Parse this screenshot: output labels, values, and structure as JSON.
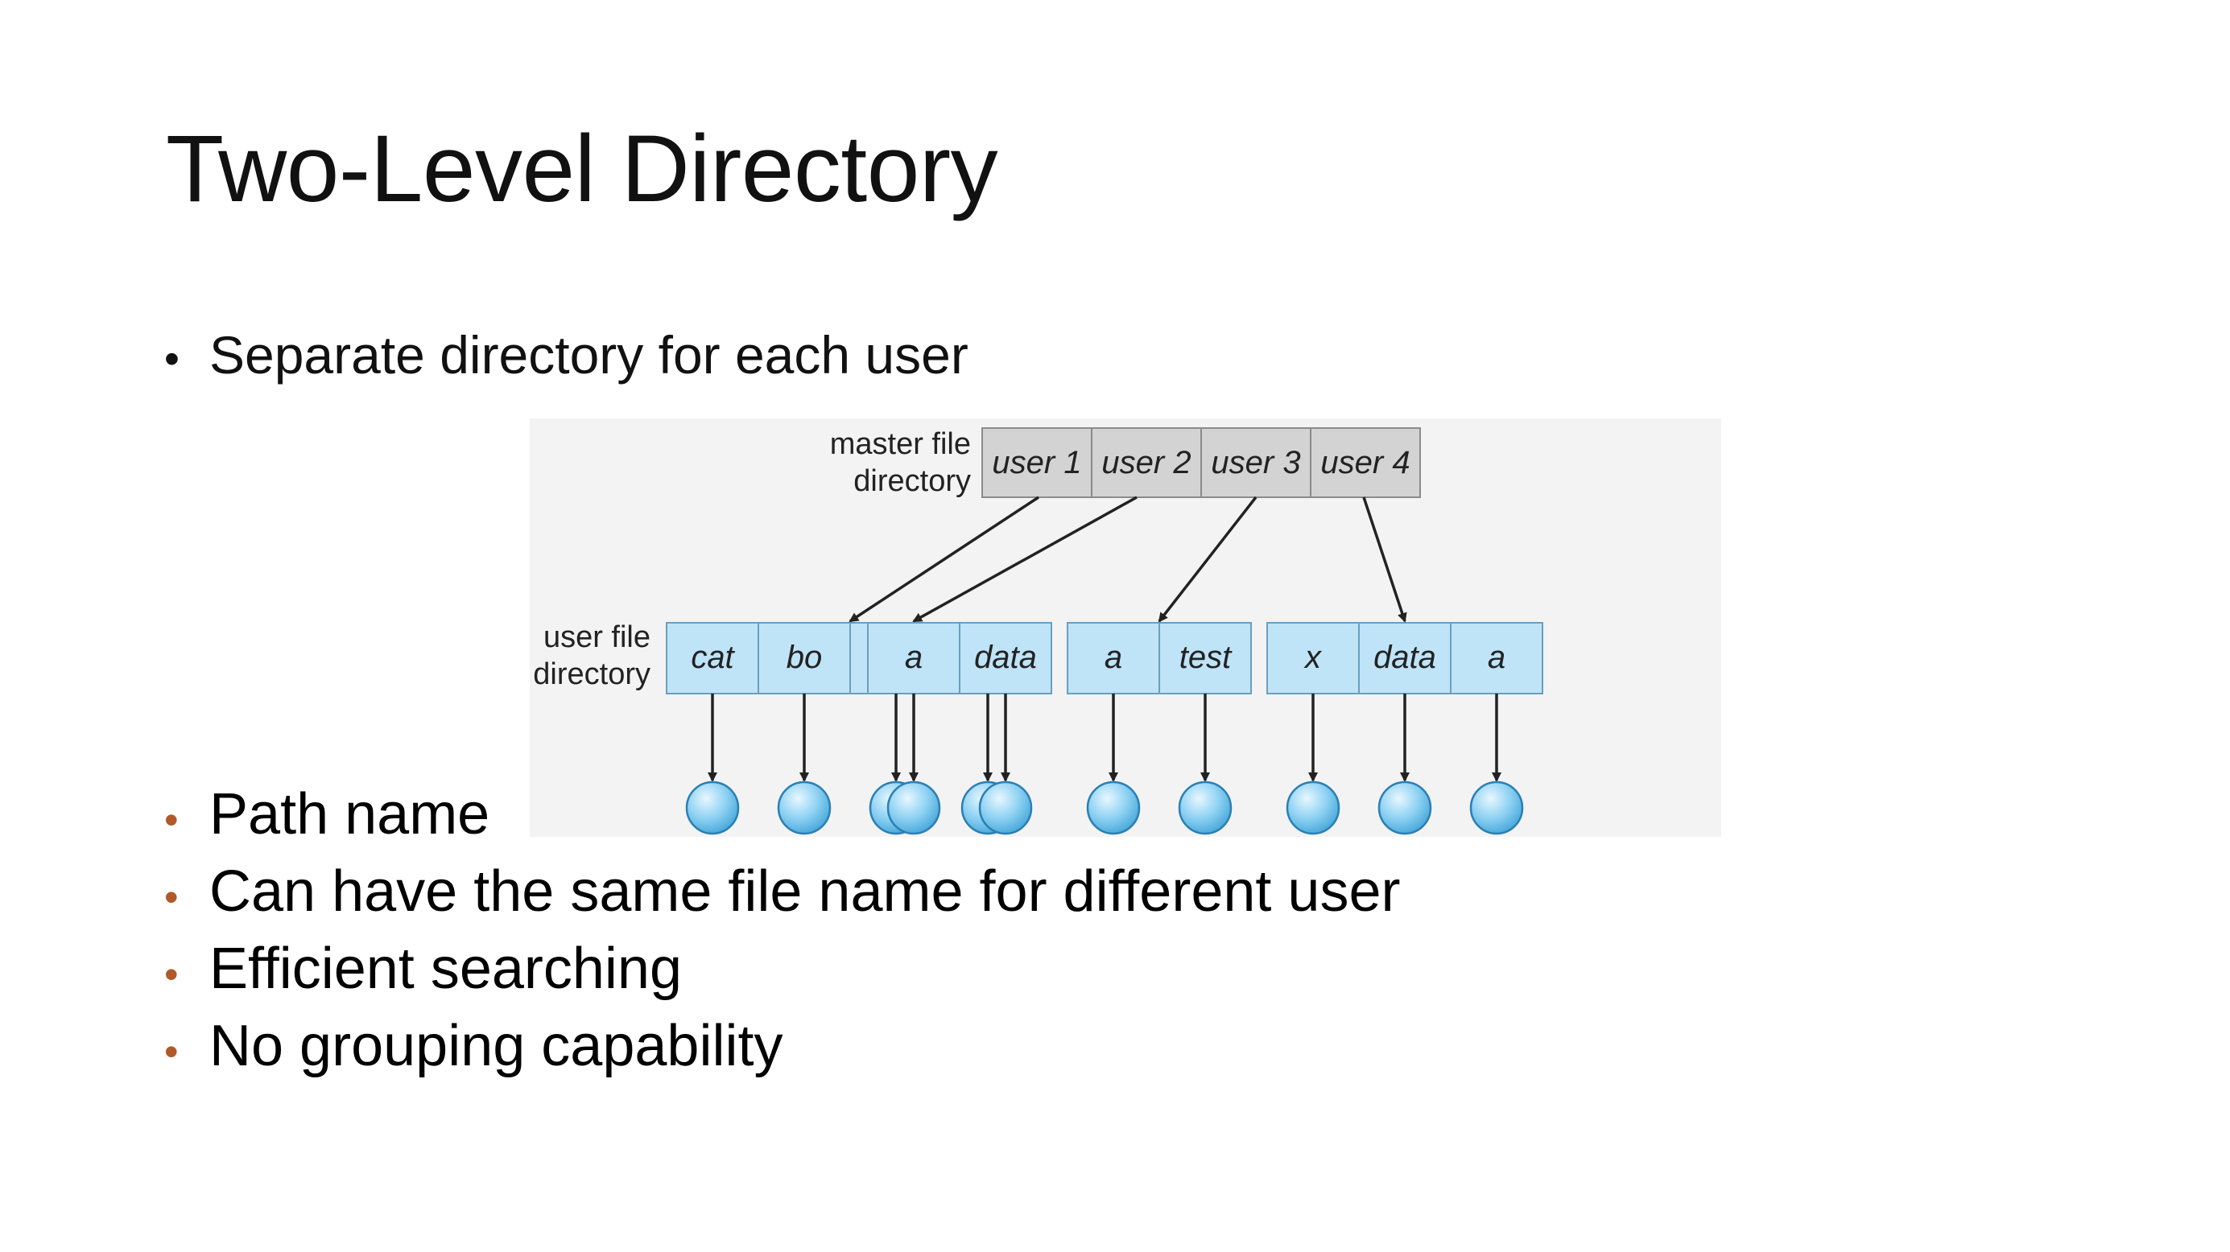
{
  "slide": {
    "title": "Two-Level Directory",
    "intro_bullet": "Separate directory for each user",
    "bullets": [
      "Path name",
      "Can have the same file name for different user",
      "Efficient searching",
      "No grouping capability"
    ]
  },
  "diagram": {
    "master_label": [
      "master file",
      "directory"
    ],
    "user_label": [
      "user file",
      "directory"
    ],
    "master_entries": [
      "user 1",
      "user 2",
      "user 3",
      "user 4"
    ],
    "user_directories": [
      [
        "cat",
        "bo",
        "a",
        "test"
      ],
      [
        "a",
        "data"
      ],
      [
        "a",
        "test"
      ],
      [
        "x",
        "data",
        "a"
      ]
    ],
    "colors": {
      "master_fill": "#d3d3d3",
      "user_fill": "#bfe3f7",
      "file_fill": "#7cc9ef",
      "bullet_accent": "#b05a2a"
    }
  }
}
